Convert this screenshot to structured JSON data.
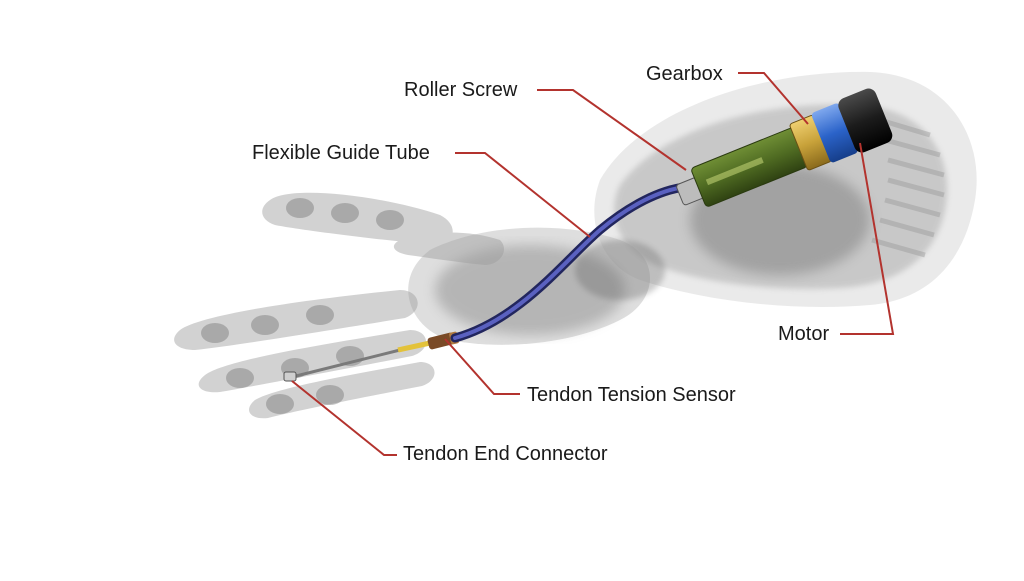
{
  "labels": {
    "gearbox": "Gearbox",
    "roller_screw": "Roller Screw",
    "flexible_guide_tube": "Flexible Guide Tube",
    "motor": "Motor",
    "tendon_tension_sensor": "Tendon Tension Sensor",
    "tendon_end_connector": "Tendon End Connector"
  },
  "colors": {
    "leader_line": "#b3332e",
    "guide_tube": "#3a3f8f",
    "actuator_body": "#4f6b22",
    "gearbox": "#c8a23a",
    "motor_band": "#2b63c9",
    "motor_cap": "#1c1c1c",
    "ghost_anatomy": "#6f6f6f"
  }
}
